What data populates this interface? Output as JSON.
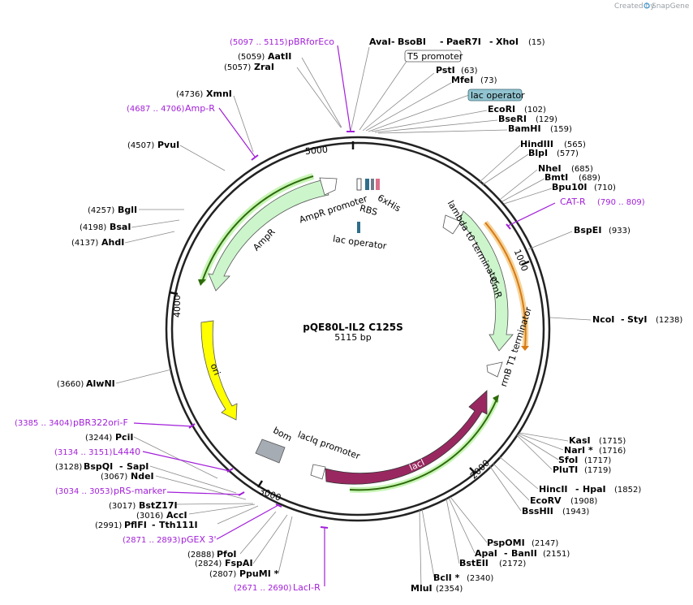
{
  "credit": {
    "created_by": "Created by",
    "brand": "SnapGene"
  },
  "plasmid": {
    "name": "pQE80L-IL2 C125S",
    "size": "5115 bp"
  },
  "ticks": {
    "t1000": "1000",
    "t2000": "2000",
    "t3000": "3000",
    "t4000": "4000",
    "t5000": "5000"
  },
  "sites": {
    "avai": {
      "pos": "(15)",
      "n1": "AvaI",
      "n2": "BsoBI",
      "n3": "PaeR7I",
      "n4": "XhoI"
    },
    "psti": {
      "name": "PstI",
      "pos": "(63)"
    },
    "mfei": {
      "name": "MfeI",
      "pos": "(73)"
    },
    "ecori": {
      "name": "EcoRI",
      "pos": "(102)"
    },
    "bseri": {
      "name": "BseRI",
      "pos": "(129)"
    },
    "bamhi": {
      "name": "BamHI",
      "pos": "(159)"
    },
    "hindiii": {
      "name": "HindIII",
      "pos": "(565)"
    },
    "blpi": {
      "name": "BlpI",
      "pos": "(577)"
    },
    "ndei_h": {
      "name": "NheI",
      "pos": "(685)"
    },
    "bmti": {
      "name": "BmtI",
      "pos": "(689)"
    },
    "bpu10i": {
      "name": "Bpu10I",
      "pos": "(710)"
    },
    "bspei": {
      "name": "BspEI",
      "pos": "(933)"
    },
    "ncoi": {
      "n1": "NcoI",
      "n2": "StyI",
      "pos": "(1238)"
    },
    "kasi": {
      "name": "KasI",
      "pos": "(1715)"
    },
    "nari": {
      "name": "NarI *",
      "pos": "(1716)"
    },
    "sfoi": {
      "name": "SfoI",
      "pos": "(1717)"
    },
    "pluti": {
      "name": "PluTI",
      "pos": "(1719)"
    },
    "hincii": {
      "n1": "HincII",
      "n2": "HpaI",
      "pos": "(1852)"
    },
    "ecorv": {
      "name": "EcoRV",
      "pos": "(1908)"
    },
    "bsshii": {
      "name": "BssHII",
      "pos": "(1943)"
    },
    "pspomi": {
      "name": "PspOMI",
      "pos": "(2147)"
    },
    "apai": {
      "n1": "ApaI",
      "n2": "BanII",
      "pos": "(2151)"
    },
    "bsteii": {
      "name": "BstEII",
      "pos": "(2172)"
    },
    "bcli": {
      "name": "BclI *",
      "pos": "(2340)"
    },
    "mlui": {
      "name": "MluI",
      "pos": "(2354)"
    },
    "ppumi": {
      "name": "PpuMI *",
      "pos": "(2807)"
    },
    "fspai": {
      "name": "FspAI",
      "pos": "(2824)"
    },
    "pfoi": {
      "name": "PfoI",
      "pos": "(2888)"
    },
    "pflfi": {
      "n1": "PflFI",
      "n2": "Tth111I",
      "pos": "(2991)"
    },
    "acci": {
      "name": "AccI",
      "pos": "(3016)"
    },
    "bstz17i": {
      "name": "BstZ17I",
      "pos": "(3017)"
    },
    "ndei": {
      "name": "NdeI",
      "pos": "(3067)"
    },
    "bspqi": {
      "n1": "BspQI",
      "n2": "SapI",
      "pos": "(3128)"
    },
    "pcii": {
      "name": "PciI",
      "pos": "(3244)"
    },
    "alwni": {
      "name": "AlwNI",
      "pos": "(3660)"
    },
    "ahdi": {
      "name": "AhdI",
      "pos": "(4137)"
    },
    "bsai": {
      "name": "BsaI",
      "pos": "(4198)"
    },
    "bgli": {
      "name": "BglI",
      "pos": "(4257)"
    },
    "pvui": {
      "name": "PvuI",
      "pos": "(4507)"
    },
    "xmni": {
      "name": "XmnI",
      "pos": "(4736)"
    },
    "zrai": {
      "name": "ZraI",
      "pos": "(5057)"
    },
    "aatii": {
      "name": "AatII",
      "pos": "(5059)"
    }
  },
  "primers": {
    "pbrforeco": {
      "name": "pBRforEco",
      "range": "(5097 .. 5115)"
    },
    "ampr": {
      "name": "Amp-R",
      "range": "(4687 .. 4706)"
    },
    "catr": {
      "name": "CAT-R",
      "range": "(790 .. 809)"
    },
    "pbr322": {
      "name": "pBR322ori-F",
      "range": "(3385 .. 3404)"
    },
    "l4440": {
      "name": "L4440",
      "range": "(3134 .. 3151)"
    },
    "prs": {
      "name": "pRS-marker",
      "range": "(3034 .. 3053)"
    },
    "pgex": {
      "name": "pGEX 3'",
      "range": "(2871 .. 2893)"
    },
    "lacir": {
      "name": "LacI-R",
      "range": "(2671 .. 2690)"
    }
  },
  "features": {
    "t5": "T5 promoter",
    "lacop_box": "lac operator",
    "lacop": "lac operator",
    "rbs": "RBS",
    "his": "6xHis",
    "lambda": "lambda t0 terminator",
    "cmr": "CmR",
    "rrnb": "rrnB T1 terminator",
    "laci": "lacI",
    "laciq": "lacIq promoter",
    "bom": "bom",
    "ori": "ori",
    "ampr": "AmpR",
    "amprprom": "AmpR promoter"
  },
  "colors": {
    "ampr": "#ccf5cc",
    "cmr": "#ccf5cc",
    "ori": "#ffff00",
    "laci": "#992860",
    "bom": "#a6acb3",
    "lacop": "#91c4d0",
    "primer": "#a21fd9",
    "t5": "#ffffff"
  }
}
